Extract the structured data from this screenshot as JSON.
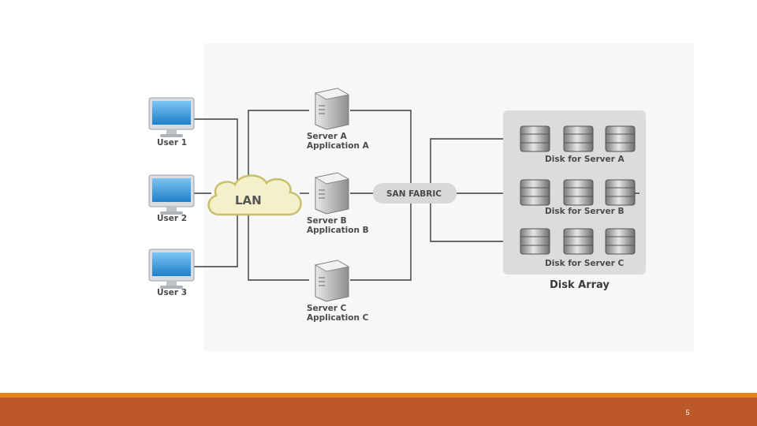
{
  "users": [
    {
      "label": "User 1"
    },
    {
      "label": "User 2"
    },
    {
      "label": "User 3"
    }
  ],
  "lan": {
    "label": "LAN"
  },
  "servers": [
    {
      "name": "Server A",
      "app": "Application A"
    },
    {
      "name": "Server B",
      "app": "Application B"
    },
    {
      "name": "Server C",
      "app": "Application C"
    }
  ],
  "san_fabric": {
    "label": "SAN FABRIC"
  },
  "disk_array": {
    "title": "Disk Array",
    "rows": [
      {
        "label": "Disk for Server A"
      },
      {
        "label": "Disk for Server B"
      },
      {
        "label": "Disk for Server C"
      }
    ]
  },
  "footer": {
    "page_number": "5"
  },
  "colors": {
    "footer_bar": "#bc5728",
    "footer_thin": "#e2841b",
    "cloud_fill": "#f4f0c9",
    "cloud_stroke": "#c8bf6c",
    "array_bg": "#dcdcdc",
    "monitor_screen": "#2f8fd6"
  }
}
